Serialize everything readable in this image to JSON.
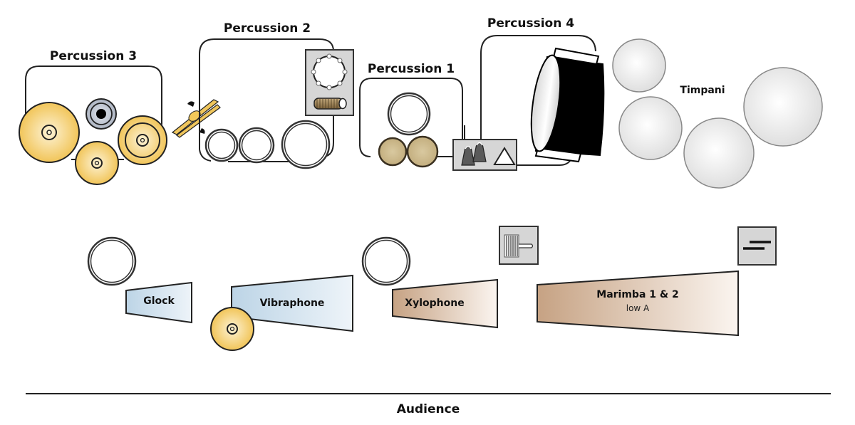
{
  "title": "Percussion Stage Setup",
  "sections": {
    "percussion3": {
      "label": "Percussion 3"
    },
    "percussion2": {
      "label": "Percussion 2"
    },
    "percussion1": {
      "label": "Percussion 1"
    },
    "percussion4": {
      "label": "Percussion 4"
    },
    "timpani": {
      "label": "Timpani"
    }
  },
  "keyboards": {
    "glock": {
      "label": "Glock"
    },
    "vibraphone": {
      "label": "Vibraphone"
    },
    "xylophone": {
      "label": "Xylophone"
    },
    "marimba": {
      "label": "Marimba 1 & 2",
      "sublabel": "low A"
    }
  },
  "audience": {
    "label": "Audience"
  },
  "colors": {
    "cymbal": "#f3c95a",
    "cymbal_light": "#fdf3d6",
    "wood_drum": "#c9b58a",
    "box_gray": "#d6d6d6",
    "timpani": "#e6e6e6",
    "mallet_blue": "#c6dcea",
    "mallet_brown": "#c9a88a",
    "outline": "#222222"
  }
}
